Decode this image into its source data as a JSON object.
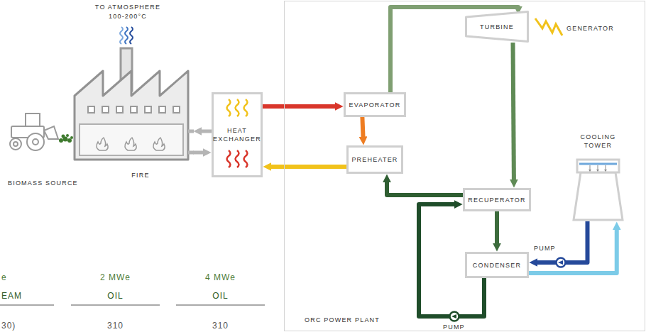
{
  "diagram": {
    "nodes": [
      {
        "text": [
          "BIOMASS SOURCE"
        ]
      },
      {
        "text": [
          "FIRE"
        ]
      },
      {
        "text": [
          "HEAT EXCHANGER"
        ]
      },
      {
        "text": [
          "ORC POWER PLANT"
        ]
      },
      {
        "text": [
          "EVAPORATOR"
        ],
        "in": 3
      },
      {
        "text": [
          "PREHEATER"
        ],
        "in": 3
      },
      {
        "text": [
          "TURBINE"
        ],
        "in": 3
      },
      {
        "text": [
          "RECUPERATOR"
        ],
        "in": 3
      },
      {
        "text": [
          "COOLING TOWER"
        ],
        "in": 3
      },
      {
        "text": [
          "CONDENSER"
        ],
        "in": 3
      }
    ],
    "edges": [
      {
        "from": 1,
        "to": 2,
        "arrow": "to"
      },
      {
        "from": 2,
        "to": 1,
        "arrow": "to"
      },
      {
        "from": 2,
        "to": 4,
        "arrow": "to"
      },
      {
        "from": 4,
        "to": 5,
        "arrow": "to"
      },
      {
        "from": 5,
        "to": 2,
        "arrow": "to"
      },
      {
        "from": 4,
        "to": 6,
        "arrow": "to"
      },
      {
        "from": 6,
        "to": 7,
        "arrow": "to"
      },
      {
        "from": 7,
        "to": 9,
        "arrow": "to"
      },
      {
        "from": 9,
        "to": 7,
        "arrow": "to"
      },
      {
        "from": 7,
        "to": 5,
        "arrow": "to"
      },
      {
        "from": 9,
        "to": 8,
        "arrow": "to"
      },
      {
        "from": 8,
        "to": 9,
        "arrow": "to"
      }
    ],
    "labels": [
      "TO ATMOSPHERE",
      "100-200°C",
      "GENERATOR",
      "PUMP",
      "PUMP",
      "e",
      "2 MWe",
      "4 MWe",
      "EAM",
      "OIL",
      "OIL",
      "30)",
      "310",
      "310"
    ]
  }
}
